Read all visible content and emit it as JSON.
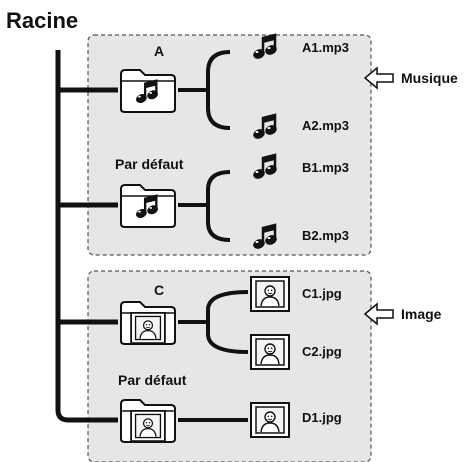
{
  "root": {
    "label": "Racine"
  },
  "groups": [
    {
      "id": "musique",
      "callout": "Musique",
      "folders": [
        {
          "name": "A",
          "type": "music",
          "files": [
            "A1.mp3",
            "A2.mp3"
          ]
        },
        {
          "name": "Par défaut",
          "type": "music",
          "files": [
            "B1.mp3",
            "B2.mp3"
          ]
        }
      ]
    },
    {
      "id": "image",
      "callout": "Image",
      "folders": [
        {
          "name": "C",
          "type": "image",
          "files": [
            "C1.jpg",
            "C2.jpg"
          ]
        },
        {
          "name": "Par défaut",
          "type": "image",
          "files": [
            "D1.jpg"
          ]
        }
      ]
    }
  ],
  "colors": {
    "panel_fill": "#e6e6e6",
    "panel_border": "#555555",
    "line": "#111111"
  },
  "icons": {
    "music_file": "music-notes-icon",
    "music_folder": "music-folder-icon",
    "image_file": "photo-frame-icon",
    "image_folder": "image-folder-icon",
    "callout": "arrow-left-icon"
  }
}
